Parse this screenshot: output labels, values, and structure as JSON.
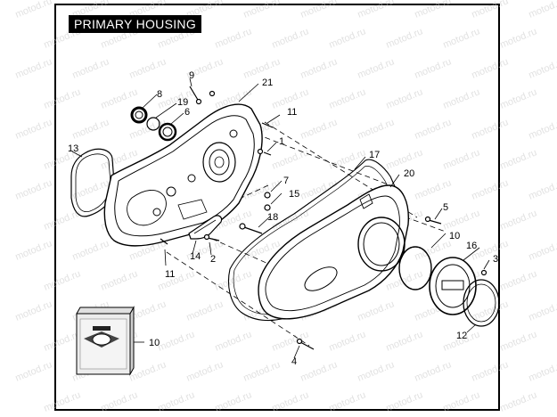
{
  "title": "PRIMARY HOUSING",
  "watermark": "motod.ru",
  "callouts": [
    "1",
    "2",
    "3",
    "4",
    "5",
    "6",
    "7",
    "8",
    "9",
    "10",
    "10",
    "11",
    "11",
    "12",
    "13",
    "14",
    "15",
    "16",
    "17",
    "18",
    "19",
    "20",
    "21"
  ],
  "colors": {
    "line": "#000000",
    "background": "#ffffff",
    "title_bg": "#000000",
    "title_text": "#ffffff",
    "watermark": "#c9c9c9"
  }
}
